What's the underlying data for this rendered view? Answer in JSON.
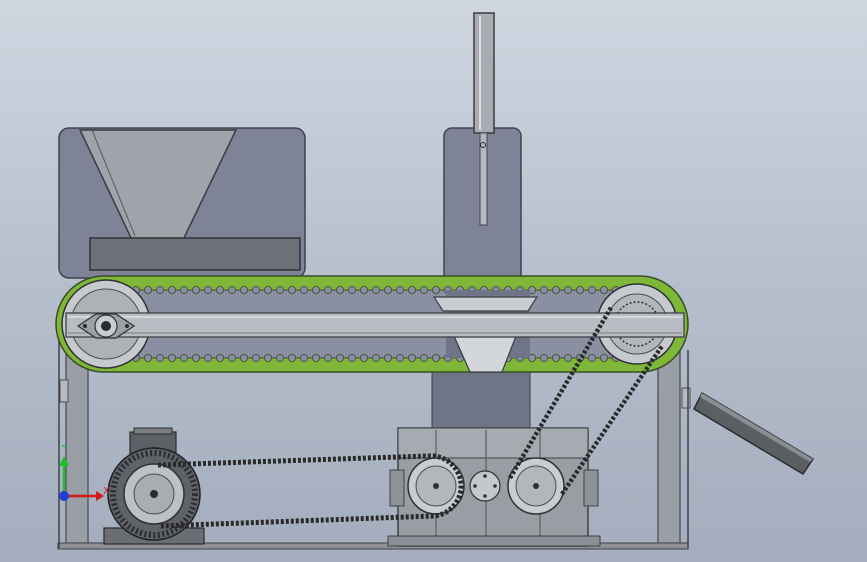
{
  "view": {
    "background_top": "#cfd6e0",
    "background_bottom": "#a3adbd"
  },
  "colors": {
    "housing": "#7d8296",
    "frame": "#9a9ea6",
    "frame_dark": "#55595f",
    "belt_green": "#7fb838",
    "belt_dark": "#2f3a20",
    "metal": "#c8ccd2",
    "chain": "#2a2a2a"
  },
  "triad": {
    "x_label": "X",
    "x_color": "#d21b1b",
    "y_color": "#1fbf2a",
    "z_color": "#1d3fd6",
    "icons": [
      "x-axis-arrow",
      "y-axis-arrow",
      "z-axis-dot"
    ]
  }
}
